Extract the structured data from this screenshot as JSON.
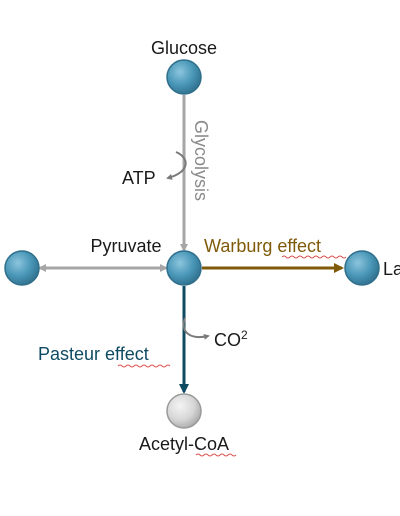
{
  "diagram": {
    "nodes": {
      "glucose": {
        "label": "Glucose"
      },
      "pyruvate": {
        "label": "Pyruvate"
      },
      "lactate_partial": {
        "label": "La"
      },
      "acetyl_coa": {
        "label": "Acetyl-CoA"
      },
      "left_node": {
        "label": ""
      }
    },
    "edges": {
      "glycolysis": {
        "label": "Glycolysis"
      },
      "warburg": {
        "label": "Warburg effect"
      },
      "pasteur": {
        "label": "Pasteur effect"
      }
    },
    "byproducts": {
      "atp": {
        "label": "ATP"
      },
      "co2": {
        "label": "CO",
        "superscript": "2"
      }
    }
  },
  "colors": {
    "node_blue_fill": "#4a97b8",
    "node_blue_stroke": "#2f6f8c",
    "node_gray_fill": "#d6d6d6",
    "node_gray_stroke": "#9a9a9a",
    "gray_arrow": "#a6a6a6",
    "warburg": "#7f5a0a",
    "pasteur": "#0f4a63",
    "text": "#1a1a1a"
  }
}
